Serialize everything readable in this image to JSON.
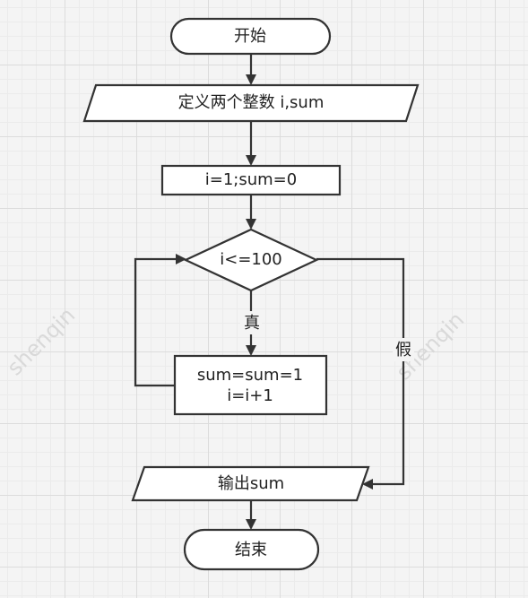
{
  "nodes": {
    "start": "开始",
    "declare": "定义两个整数 i,sum",
    "init": "i=1;sum=0",
    "condition": "i<=100",
    "body_line1": "sum=sum=1",
    "body_line2": "i=i+1",
    "output": "输出sum",
    "end": "结束"
  },
  "edges": {
    "true_label": "真",
    "false_label": "假"
  },
  "watermark": "shenqin"
}
